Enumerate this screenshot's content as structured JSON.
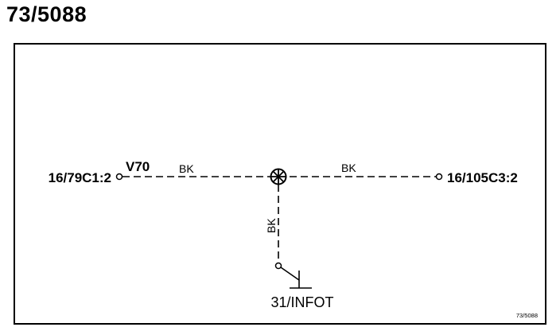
{
  "page": {
    "title": "73/5088"
  },
  "diagram": {
    "left_connector": "16/79C1:2",
    "right_connector": "16/105C3:2",
    "wire_code": "V70",
    "wire_color_left": "BK",
    "wire_color_right": "BK",
    "wire_color_down": "BK",
    "ground_label": "31/INFOT",
    "reference_id": "73/5088"
  }
}
